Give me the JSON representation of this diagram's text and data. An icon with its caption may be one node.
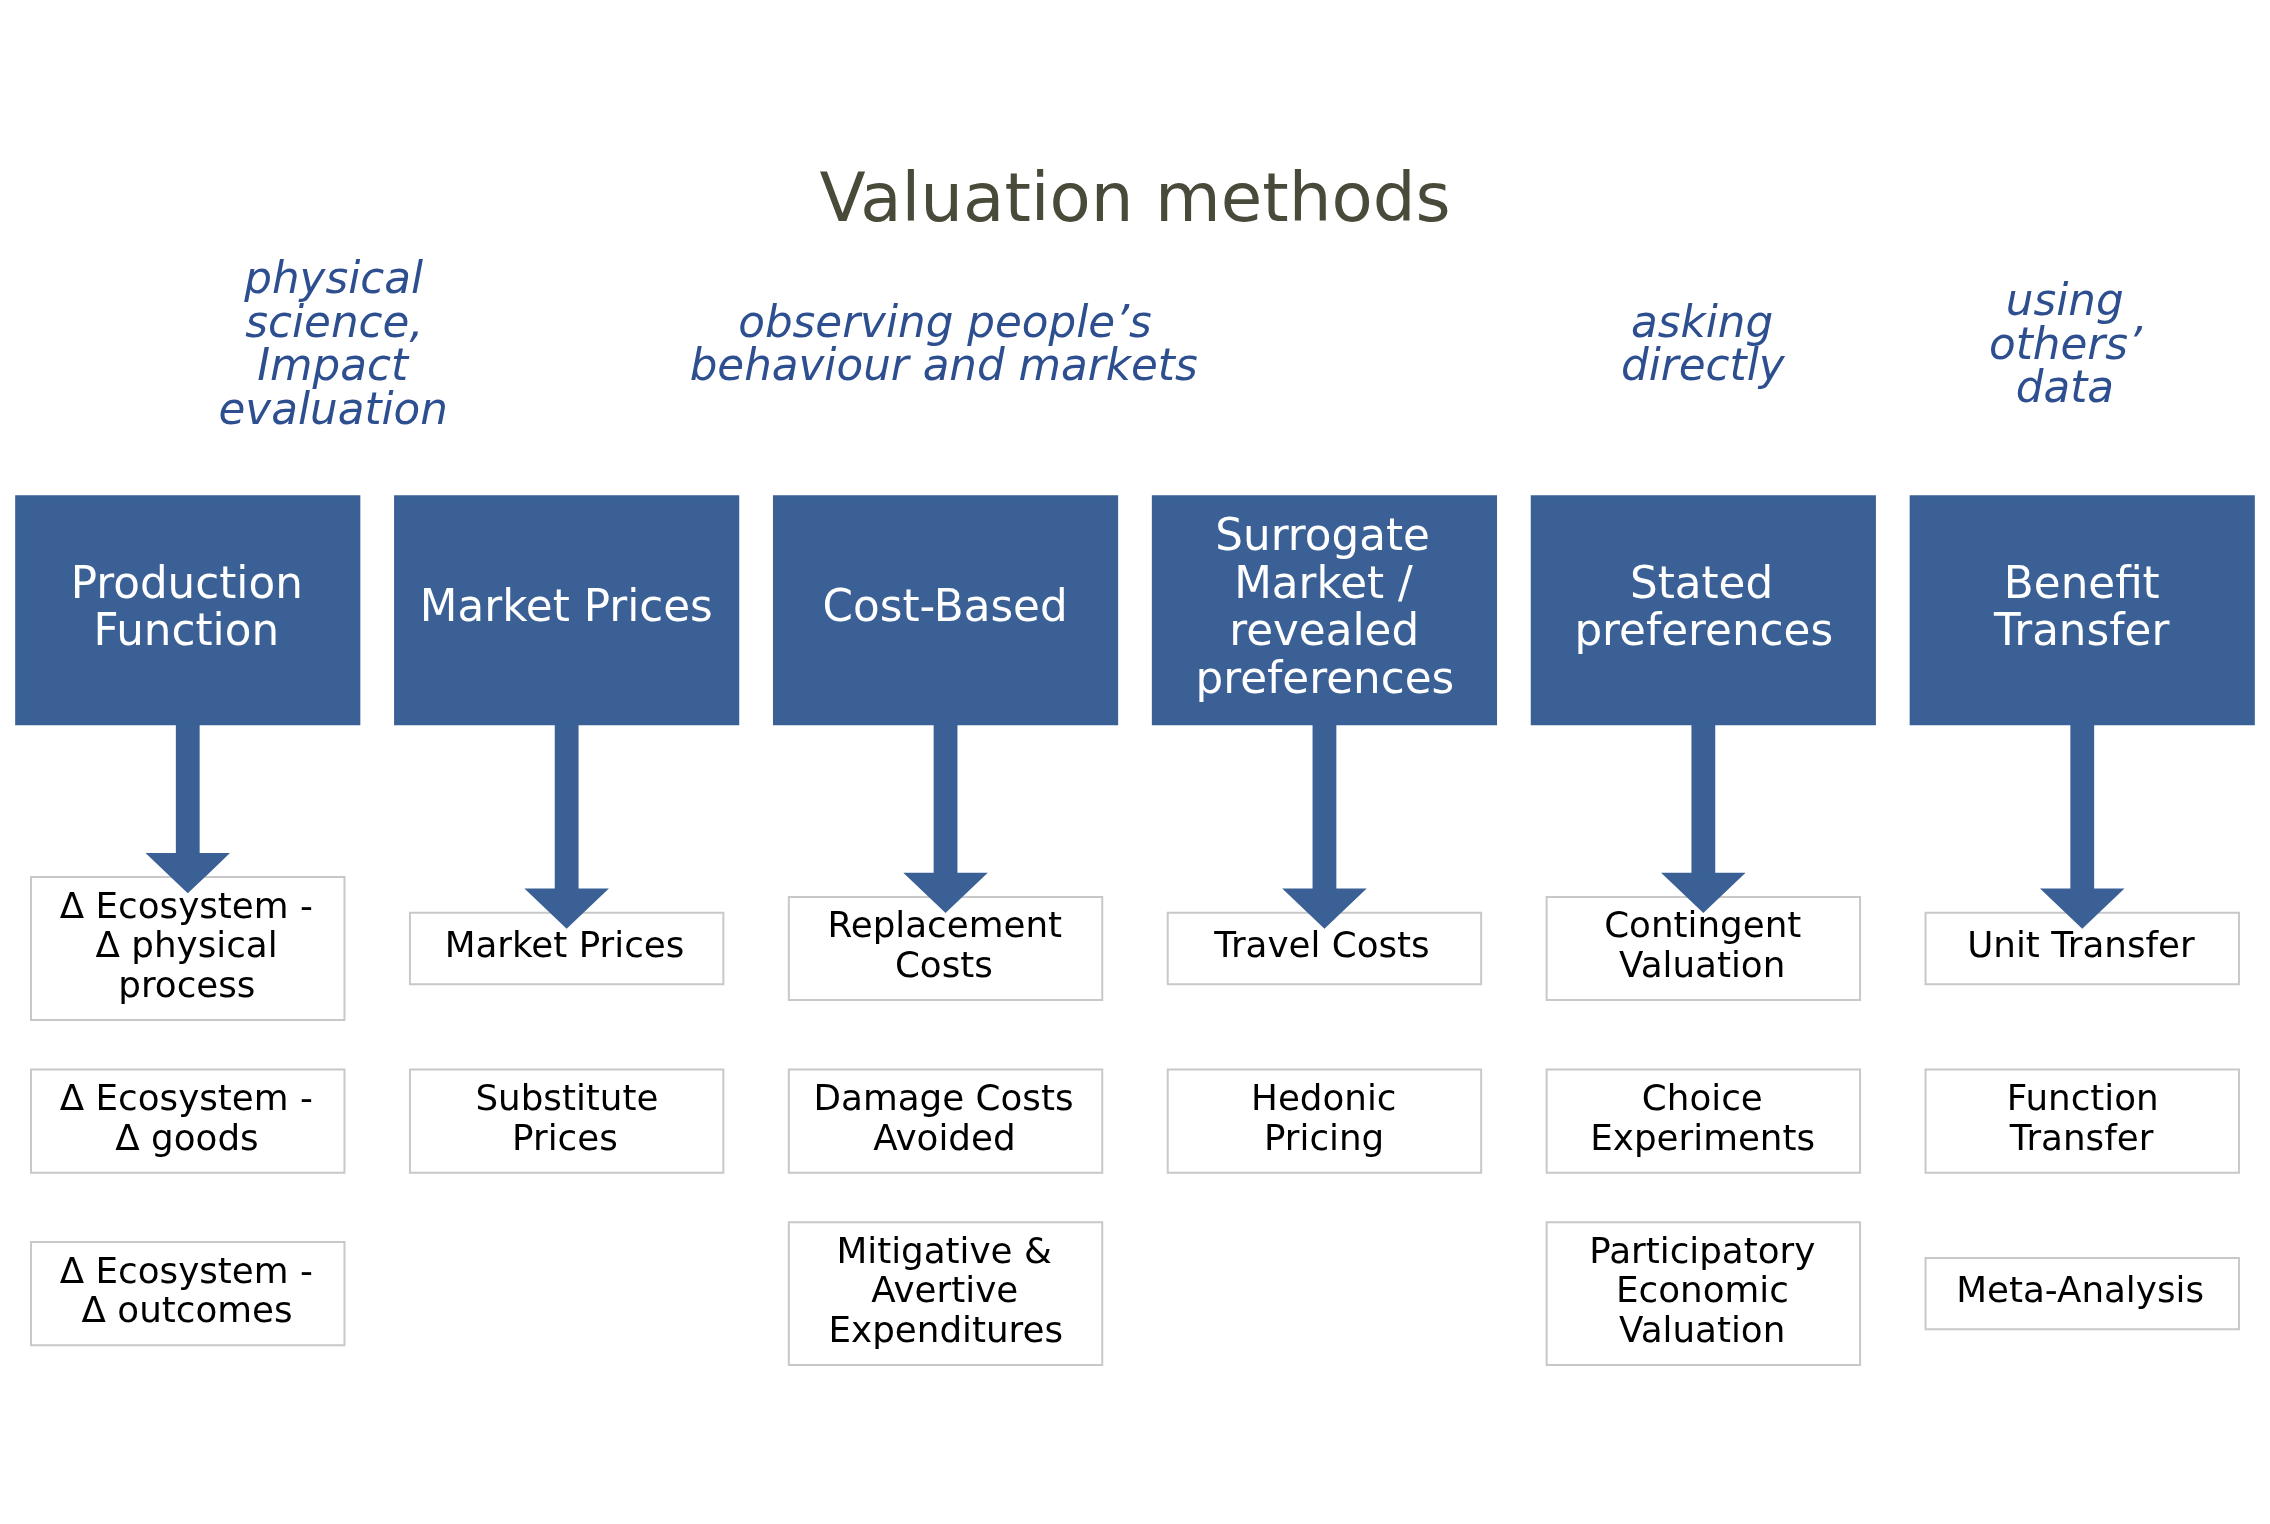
{
  "diagram": {
    "title": "Valuation methods",
    "nodes": [
      {
        "text": [
          "Production Function"
        ]
      },
      {
        "text": [
          "Market Prices"
        ]
      },
      {
        "text": [
          "Cost-Based"
        ]
      },
      {
        "text": [
          "Surrogate Market / revealed preferences"
        ]
      },
      {
        "text": [
          "Stated preferences"
        ]
      },
      {
        "text": [
          "Benefit Transfer"
        ]
      },
      {
        "text": [
          "Δ Ecosystem - Δ physical process"
        ]
      },
      {
        "text": [
          "Δ Ecosystem - Δ goods"
        ]
      },
      {
        "text": [
          "Δ Ecosystem - Δ outcomes"
        ]
      },
      {
        "text": [
          "Market Prices"
        ]
      },
      {
        "text": [
          "Substitute Prices"
        ]
      },
      {
        "text": [
          "Replacement Costs"
        ]
      },
      {
        "text": [
          "Damage Costs Avoided"
        ]
      },
      {
        "text": [
          "Mitigative & Avertive Expenditures"
        ]
      },
      {
        "text": [
          "Travel Costs"
        ]
      },
      {
        "text": [
          "Hedonic Pricing"
        ]
      },
      {
        "text": [
          "Contingent Valuation"
        ]
      },
      {
        "text": [
          "Choice Experiments"
        ]
      },
      {
        "text": [
          "Participatory Economic Valuation"
        ]
      },
      {
        "text": [
          "Unit Transfer"
        ]
      },
      {
        "text": [
          "Function Transfer"
        ]
      },
      {
        "text": [
          "Meta-Analysis"
        ]
      }
    ],
    "edges": [
      {
        "from": 0,
        "to": 6,
        "arrow": "to"
      },
      {
        "from": 1,
        "to": 9,
        "arrow": "to"
      },
      {
        "from": 2,
        "to": 11,
        "arrow": "to"
      },
      {
        "from": 3,
        "to": 14,
        "arrow": "to"
      },
      {
        "from": 4,
        "to": 16,
        "arrow": "to"
      },
      {
        "from": 5,
        "to": 19,
        "arrow": "to"
      }
    ],
    "labels": [
      "physical science, Impact evaluation",
      "observing people’s behaviour and markets",
      "asking directly",
      "using others’ data"
    ]
  }
}
